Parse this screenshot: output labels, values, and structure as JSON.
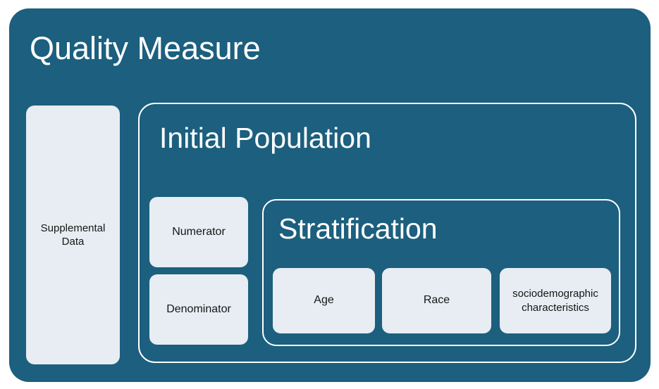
{
  "colors": {
    "page_bg": "#FFFFFF",
    "container_fill": "#1C5F7E",
    "box_fill": "#E7EDF2",
    "title_text": "#FFFFFF",
    "label_text": "#161616",
    "outline": "#FFFFFF"
  },
  "diagram": {
    "title": "Quality Measure",
    "supplemental": {
      "label": "Supplemental Data"
    },
    "initial_population": {
      "title": "Initial Population",
      "numerator": {
        "label": "Numerator"
      },
      "denominator": {
        "label": "Denominator"
      },
      "stratification": {
        "title": "Stratification",
        "items": [
          {
            "label": "Age"
          },
          {
            "label": "Race"
          },
          {
            "label": "sociodemographic characteristics"
          }
        ]
      }
    }
  }
}
